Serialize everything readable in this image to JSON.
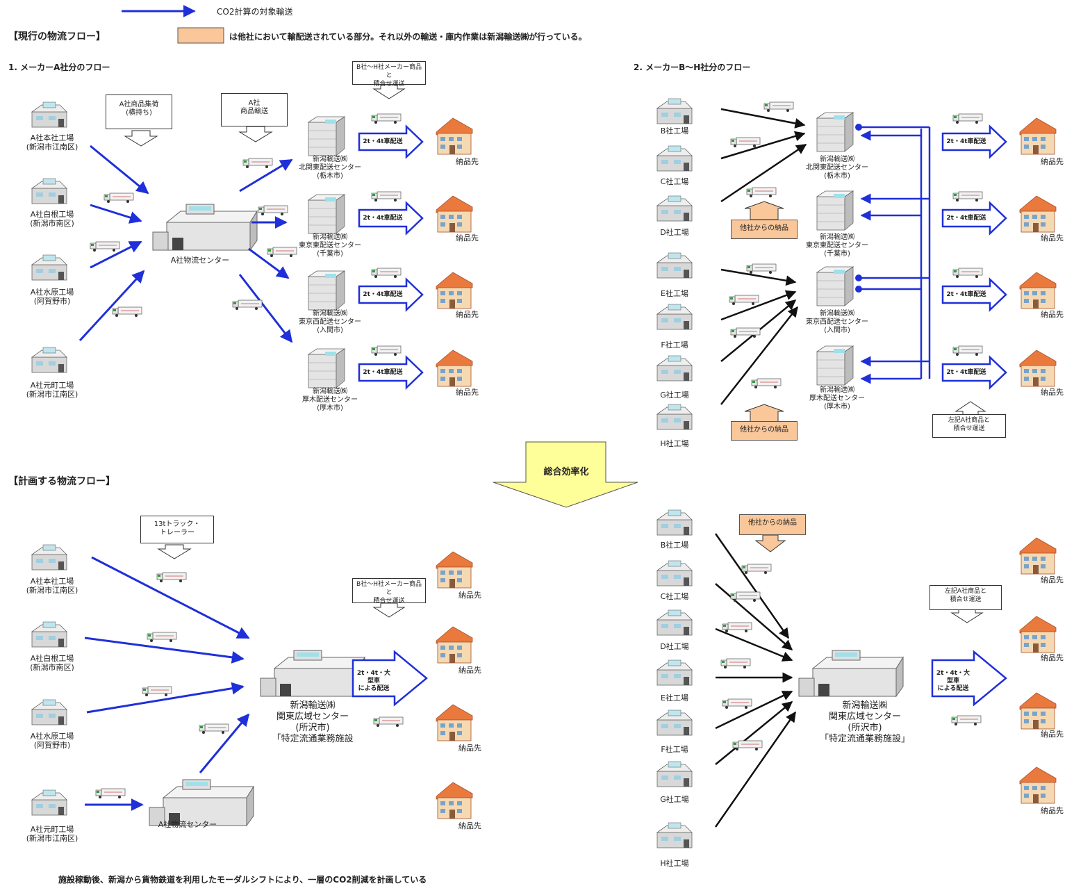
{
  "legend": {
    "arrow_label": "CO2計算の対象輸送",
    "orange_label": "は他社において輸配送されている部分。それ以外の輸送・庫内作業は新潟輸送㈱が行っている。",
    "arrow_color": "#1f2fd9",
    "orange_color": "#f9c79a"
  },
  "current": {
    "title": "【現行の物流フロー】",
    "flowA_title": "1. メーカーA社分のフロー",
    "flowBH_title": "2. メーカーB〜H社分のフロー",
    "a_factories": [
      "A社本社工場\n(新潟市江南区)",
      "A社白根工場\n(新潟市南区)",
      "A社水原工場\n(阿賀野市)",
      "A社元町工場\n(新潟市江南区)"
    ],
    "a_center": "A社物流センター",
    "a_box1": "A社商品集荷\n(横持ち)",
    "a_box2": "A社\n商品輸送",
    "a_box3": "B社〜H社メーカー商品と\n積合せ運送",
    "dist_centers": [
      "新潟輸送㈱\n北関東配送センター\n(栃木市)",
      "新潟輸送㈱\n東京東配送センター\n(千葉市)",
      "新潟輸送㈱\n東京西配送センター\n(入間市)",
      "新潟輸送㈱\n厚木配送センター\n(厚木市)"
    ],
    "delivery_arrow": "2t・4t車配送",
    "destination": "納品先",
    "bh_factories": [
      "B社工場",
      "C社工場",
      "D社工場",
      "E社工場",
      "F社工場",
      "G社工場",
      "H社工場"
    ],
    "other_company": "他社からの納品",
    "bh_box": "左記A社商品と\n積合せ運送"
  },
  "transition": "総合効率化",
  "planned": {
    "title": "【計画する物流フロー】",
    "trailer_box": "13tトラック・\nトレーラー",
    "a_factories": [
      "A社本社工場\n(新潟市江南区)",
      "A社白根工場\n(新潟市南区)",
      "A社水原工場\n(阿賀野市)",
      "A社元町工場\n(新潟市江南区)"
    ],
    "a_center": "A社物流センター",
    "box_left": "B社〜H社メーカー商品と\n積合せ運送",
    "box_right": "左記A社商品と\n積合せ運送",
    "center_left": "新潟輸送㈱\n関東広域センター\n(所沢市)\n「特定流通業務施設",
    "center_right": "新潟輸送㈱\n関東広域センター\n(所沢市)\n「特定流通業務施設」",
    "delivery_arrow": "2t・4t・大型車\nによる配送",
    "destination": "納品先",
    "bh_factories": [
      "B社工場",
      "C社工場",
      "D社工場",
      "E社工場",
      "F社工場",
      "G社工場",
      "H社工場"
    ],
    "other_company": "他社からの納品",
    "footnote": "施設稼動後、新潟から貨物鉄道を利用したモーダルシフトにより、一層のCO2削減を計画している"
  }
}
